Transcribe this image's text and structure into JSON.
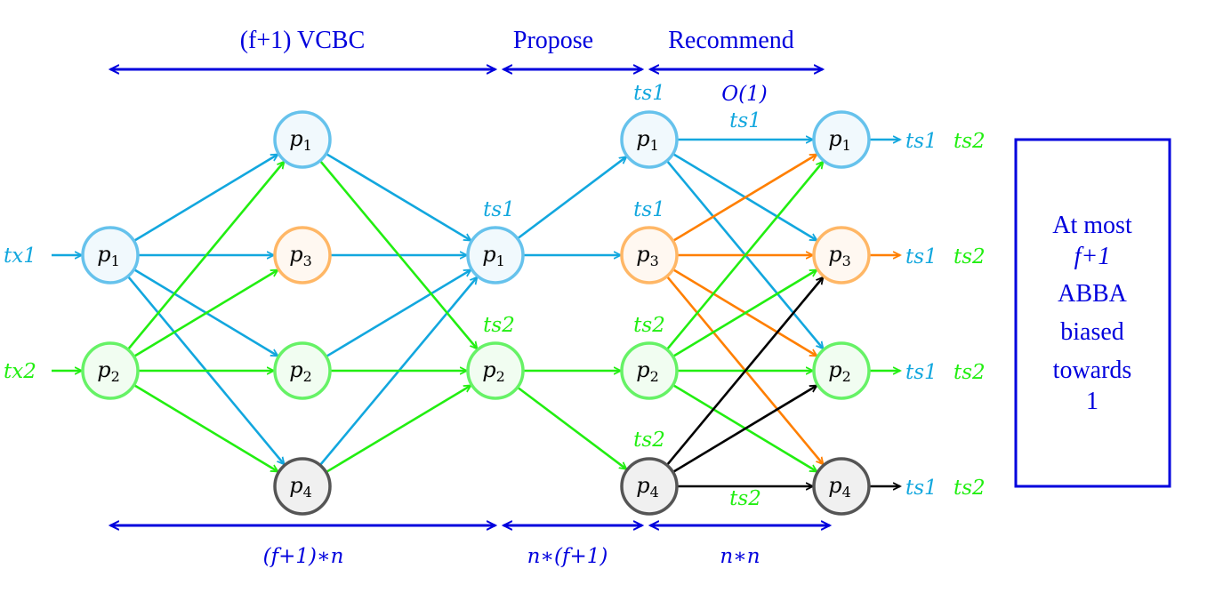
{
  "colors": {
    "blue_dark": "#0000dd",
    "cyan": "#12a7de",
    "green": "#22ee11",
    "orange": "#ff7f00",
    "black": "#000000",
    "node_blue_stroke": "#66c2ec",
    "node_blue_fill": "#f1f9fd",
    "node_orange_stroke": "#ffb766",
    "node_orange_fill": "#fff8f1",
    "node_green_stroke": "#66f266",
    "node_green_fill": "#f1fdf1",
    "node_gray_stroke": "#555555",
    "node_gray_fill": "#f0f0f0"
  },
  "phases": {
    "vcbc": "(f+1) VCBC",
    "propose": "Propose",
    "recommend": "Recommend"
  },
  "complexity_top": "O(1)",
  "costs": {
    "vcbc": "(f+1)∗n",
    "propose": "n∗(f+1)",
    "recommend": "n∗n"
  },
  "inputs": {
    "tx1": "tx1",
    "tx2": "tx2"
  },
  "nodes": {
    "in_p1": {
      "sub": "1"
    },
    "in_p2": {
      "sub": "2"
    },
    "v_p1": {
      "sub": "1"
    },
    "v_p3": {
      "sub": "3"
    },
    "v_p2": {
      "sub": "2"
    },
    "v_p4": {
      "sub": "4"
    },
    "m_p1": {
      "sub": "1"
    },
    "m_p2": {
      "sub": "2"
    },
    "r_p1": {
      "sub": "1"
    },
    "r_p3": {
      "sub": "3"
    },
    "r_p2": {
      "sub": "2"
    },
    "r_p4": {
      "sub": "4"
    },
    "o_p1": {
      "sub": "1"
    },
    "o_p3": {
      "sub": "3"
    },
    "o_p2": {
      "sub": "2"
    },
    "o_p4": {
      "sub": "4"
    }
  },
  "node_prefix": "p",
  "annotations": {
    "m_p1": "ts1",
    "m_p2": "ts2",
    "r_p1": "ts1",
    "r_p3": "ts1",
    "r_p2": "ts2",
    "r_p4": "ts2",
    "edge_top": "ts1",
    "edge_bottom": "ts2"
  },
  "outputs": [
    {
      "a": "ts1",
      "b": "ts2"
    },
    {
      "a": "ts1",
      "b": "ts2"
    },
    {
      "a": "ts1",
      "b": "ts2"
    },
    {
      "a": "ts1",
      "b": "ts2"
    }
  ],
  "box_lines": [
    "At most",
    "f+1",
    "ABBA",
    "biased",
    "towards",
    "1"
  ]
}
